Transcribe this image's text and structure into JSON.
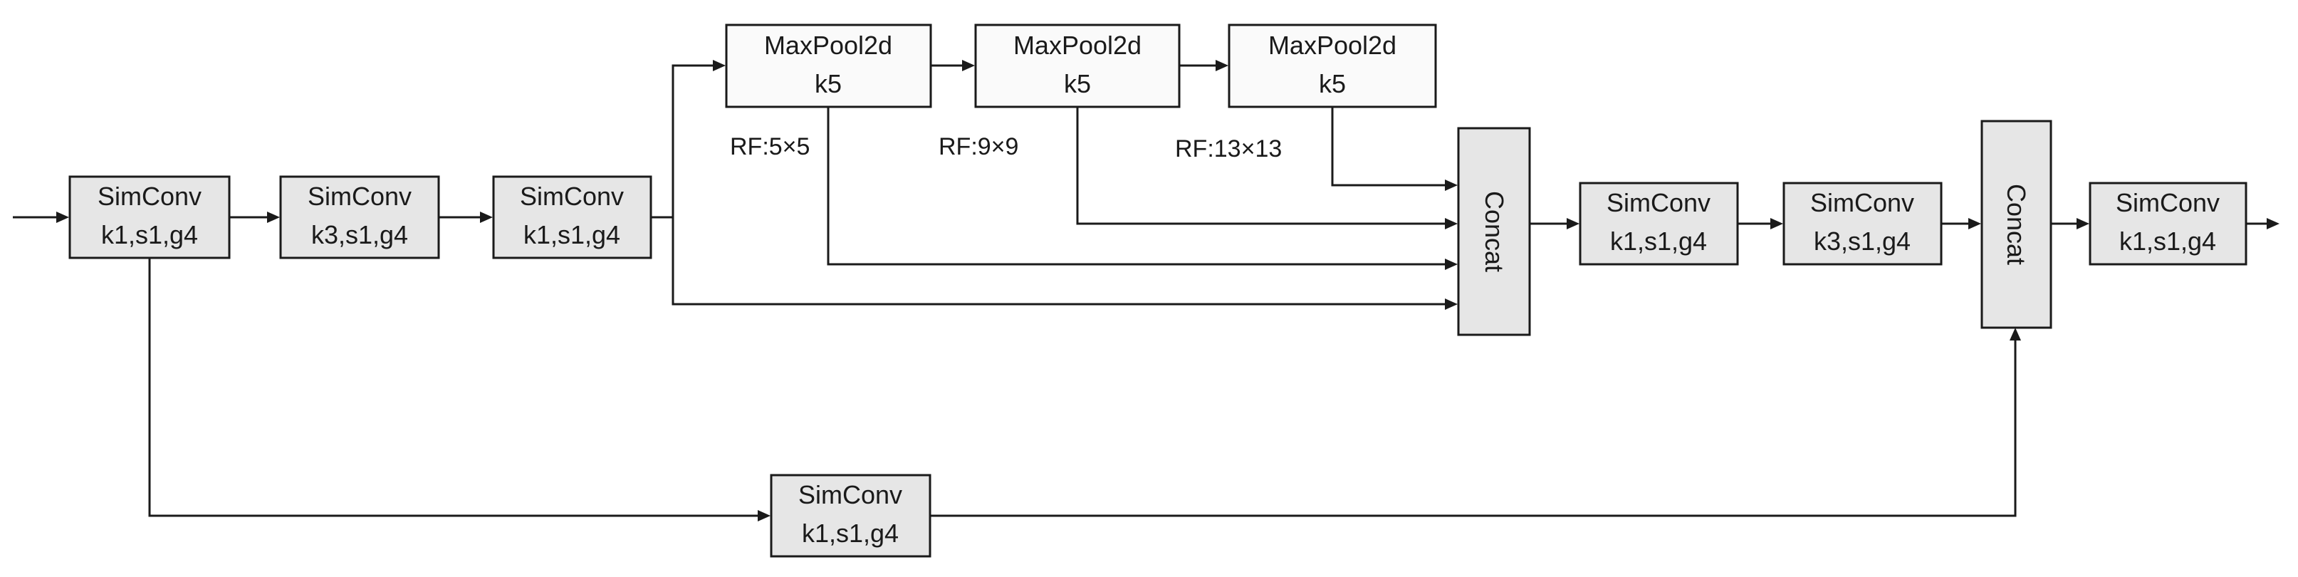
{
  "blocks": {
    "simconv_1": {
      "line1": "SimConv",
      "line2": "k1,s1,g4"
    },
    "simconv_2": {
      "line1": "SimConv",
      "line2": "k3,s1,g4"
    },
    "simconv_3": {
      "line1": "SimConv",
      "line2": "k1,s1,g4"
    },
    "maxpool_1": {
      "line1": "MaxPool2d",
      "line2": "k5"
    },
    "maxpool_2": {
      "line1": "MaxPool2d",
      "line2": "k5"
    },
    "maxpool_3": {
      "line1": "MaxPool2d",
      "line2": "k5"
    },
    "concat_1": {
      "label": "Concat"
    },
    "simconv_4": {
      "line1": "SimConv",
      "line2": "k1,s1,g4"
    },
    "simconv_5": {
      "line1": "SimConv",
      "line2": "k3,s1,g4"
    },
    "concat_2": {
      "label": "Concat"
    },
    "simconv_6": {
      "line1": "SimConv",
      "line2": "k1,s1,g4"
    },
    "simconv_shortcut": {
      "line1": "SimConv",
      "line2": "k1,s1,g4"
    }
  },
  "receptive_fields": {
    "rf_1": "RF:5×5",
    "rf_2": "RF:9×9",
    "rf_3": "RF:13×13"
  },
  "colors": {
    "simconv_fill": "#e6e6e6",
    "maxpool_fill": "#fafafa",
    "line": "#1a1a1a"
  }
}
